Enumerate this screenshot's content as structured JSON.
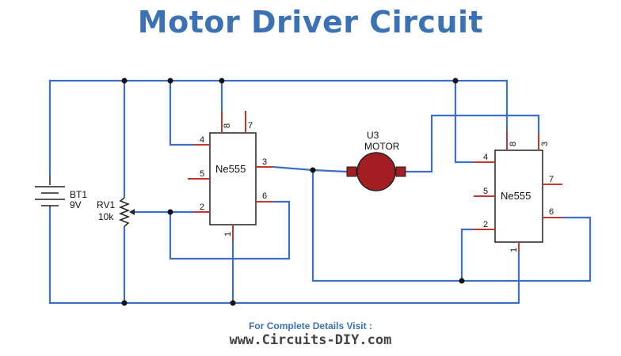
{
  "title": "Motor Driver Circuit",
  "battery": {
    "ref": "BT1",
    "value": "9V"
  },
  "potentiometer": {
    "ref": "RV1",
    "value": "10k"
  },
  "motor": {
    "ref": "U3",
    "type": "MOTOR"
  },
  "ic1": {
    "label": "Ne555",
    "pins": {
      "p1": "1",
      "p2": "2",
      "p3": "3",
      "p4": "4",
      "p5": "5",
      "p6": "6",
      "p7": "7",
      "p8": "8"
    }
  },
  "ic2": {
    "label": "Ne555",
    "pins": {
      "p1": "1",
      "p2": "2",
      "p3": "3",
      "p4": "4",
      "p5": "5",
      "p6": "6",
      "p7": "7",
      "p8": "8"
    }
  },
  "footer": {
    "line1": "For Complete Details Visit :",
    "line2": "www.Circuits-DIY.com"
  },
  "colors": {
    "wire": "#3d6fc7",
    "pin": "#c0392b",
    "motor": "#a31e22",
    "title": "#3a72b5"
  }
}
